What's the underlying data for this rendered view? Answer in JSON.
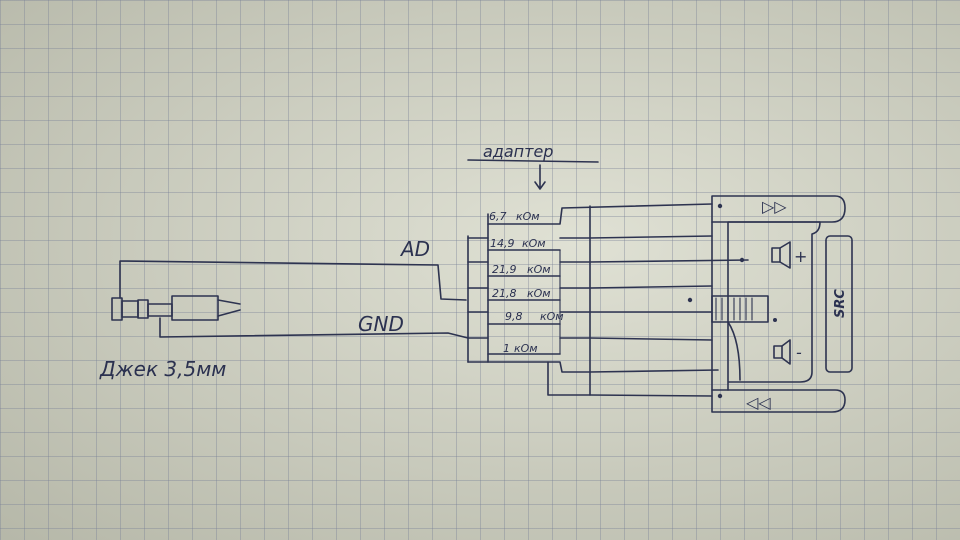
{
  "labels": {
    "adapter": "адаптер",
    "ad": "AD",
    "gnd": "GND",
    "jack": "Джек 3,5мм",
    "src": "SRC"
  },
  "resistors": [
    {
      "value": "6,7",
      "unit": "кОм"
    },
    {
      "value": "14,9",
      "unit": "кОм"
    },
    {
      "value": "21,9",
      "unit": "кОм"
    },
    {
      "value": "21,8",
      "unit": "кОм"
    },
    {
      "value": "9,8",
      "unit": "кОм"
    },
    {
      "value": "1",
      "unit": "кОм"
    }
  ],
  "buttons": [
    {
      "icon": "next-track-icon",
      "symbol": "▷▷"
    },
    {
      "icon": "volume-plus-icon",
      "symbol": "+"
    },
    {
      "icon": "volume-minus-icon",
      "symbol": "-"
    },
    {
      "icon": "previous-track-icon",
      "symbol": "◁◁"
    }
  ],
  "colors": {
    "ink": "#2d3350",
    "paper": "#cfd1c0",
    "grid": "#7880a0"
  }
}
